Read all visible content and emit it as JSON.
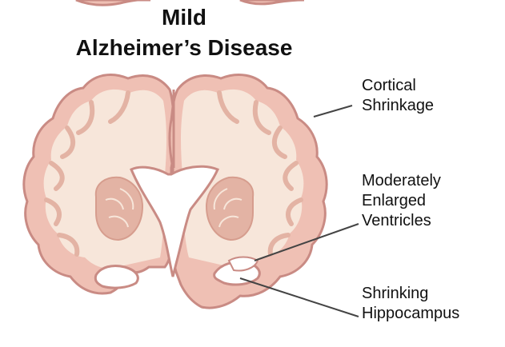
{
  "title": {
    "line1": "Mild",
    "line2": "Alzheimer’s Disease"
  },
  "labels": {
    "cortical": [
      "Cortical",
      "Shrinkage"
    ],
    "ventricles": [
      "Moderately",
      "Enlarged",
      "Ventricles"
    ],
    "hippocampus": [
      "Shrinking",
      "Hippocampus"
    ]
  },
  "colors": {
    "cortex_outline": "#c98b84",
    "cortex_fill": "#efc0b4",
    "white_matter": "#f7e6da",
    "deep_structure": "#e3b3a4",
    "ventricle": "#ffffff",
    "leader_line": "#444444",
    "text": "#111111"
  }
}
